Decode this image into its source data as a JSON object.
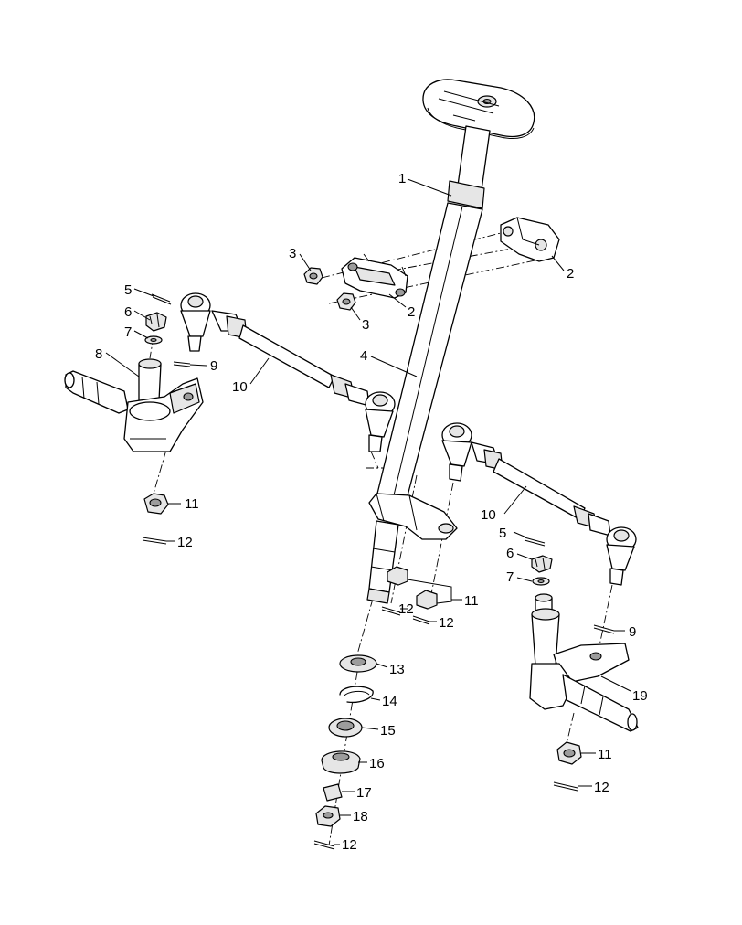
{
  "diagram": {
    "parts": [
      {
        "key": "steering_shaft",
        "number": "1"
      },
      {
        "key": "shaft_bracket_right",
        "number": "2"
      },
      {
        "key": "shaft_bracket_front",
        "number": "2"
      },
      {
        "key": "bracket_nut_upper",
        "number": "3"
      },
      {
        "key": "bracket_nut_lower",
        "number": "3"
      },
      {
        "key": "steering_column_lower",
        "number": "4"
      },
      {
        "key": "cotter_pin_left",
        "number": "5"
      },
      {
        "key": "cotter_pin_right",
        "number": "5"
      },
      {
        "key": "castle_nut_left",
        "number": "6"
      },
      {
        "key": "castle_nut_right",
        "number": "6"
      },
      {
        "key": "washer_left",
        "number": "7"
      },
      {
        "key": "washer_right",
        "number": "7"
      },
      {
        "key": "steering_knuckle_left",
        "number": "8"
      },
      {
        "key": "pin_left",
        "number": "9"
      },
      {
        "key": "pin_right",
        "number": "9"
      },
      {
        "key": "tie_rod_left",
        "number": "10"
      },
      {
        "key": "tie_rod_right",
        "number": "10"
      },
      {
        "key": "lock_nut_left",
        "number": "11"
      },
      {
        "key": "lock_nut_center",
        "number": "11"
      },
      {
        "key": "lock_nut_right",
        "number": "11"
      },
      {
        "key": "cotter_pin_lower_left",
        "number": "12"
      },
      {
        "key": "cotter_pin_center_a",
        "number": "12"
      },
      {
        "key": "cotter_pin_center_b",
        "number": "12"
      },
      {
        "key": "cotter_pin_lower_right",
        "number": "12"
      },
      {
        "key": "cotter_pin_bottom",
        "number": "12"
      },
      {
        "key": "bearing_cap",
        "number": "13"
      },
      {
        "key": "snap_ring",
        "number": "14"
      },
      {
        "key": "bearing",
        "number": "15"
      },
      {
        "key": "seal_cup",
        "number": "16"
      },
      {
        "key": "bushing",
        "number": "17"
      },
      {
        "key": "flange_nut",
        "number": "18"
      },
      {
        "key": "steering_knuckle_right",
        "number": "19"
      }
    ]
  }
}
